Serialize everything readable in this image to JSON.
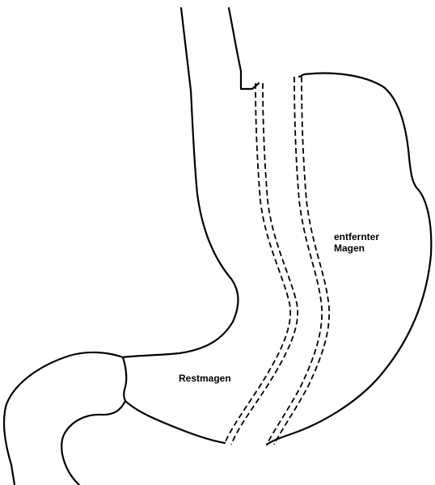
{
  "labels": {
    "removed_line1": "entfernter",
    "removed_line2": "Magen",
    "remnant": "Restmagen"
  }
}
